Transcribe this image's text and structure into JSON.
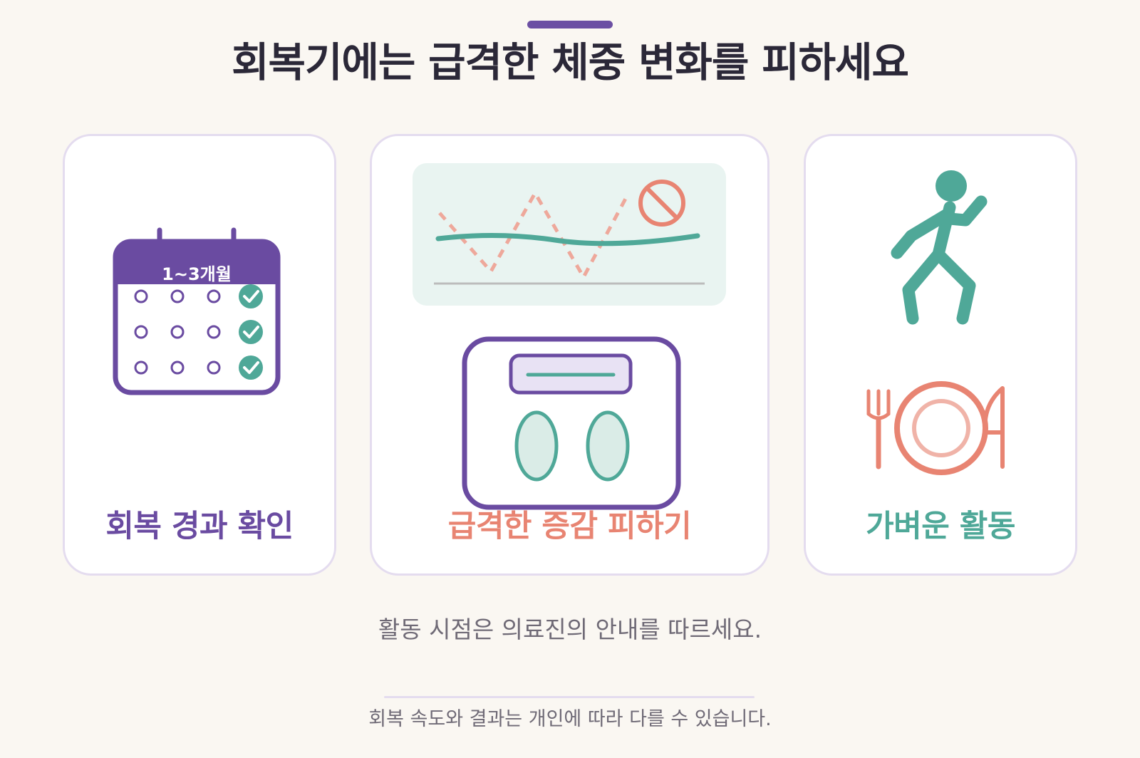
{
  "title": "회복기에는 급격한 체중 변화를 피하세요",
  "cards": [
    {
      "label": "회복 경과 확인",
      "icon": "calendar-check-icon",
      "calendar_header": "1~3개월",
      "color": "#6a4ba1"
    },
    {
      "label": "급격한 증감 피하기",
      "icon": "weight-fluctuation-scale-icon",
      "color": "#e88472"
    },
    {
      "label": "가벼운 활동",
      "icon": "walking-person-and-meal-plate-icon",
      "color": "#4fa898"
    }
  ],
  "note": "활동 시점은 의료진의 안내를 따르세요.",
  "footnote": "회복 속도와 결과는 개인에 따라 다를 수 있습니다.",
  "colors": {
    "background": "#faf7f2",
    "purple": "#6a4ba1",
    "coral": "#e88472",
    "green": "#4fa898",
    "card_border": "#e4dcef"
  }
}
